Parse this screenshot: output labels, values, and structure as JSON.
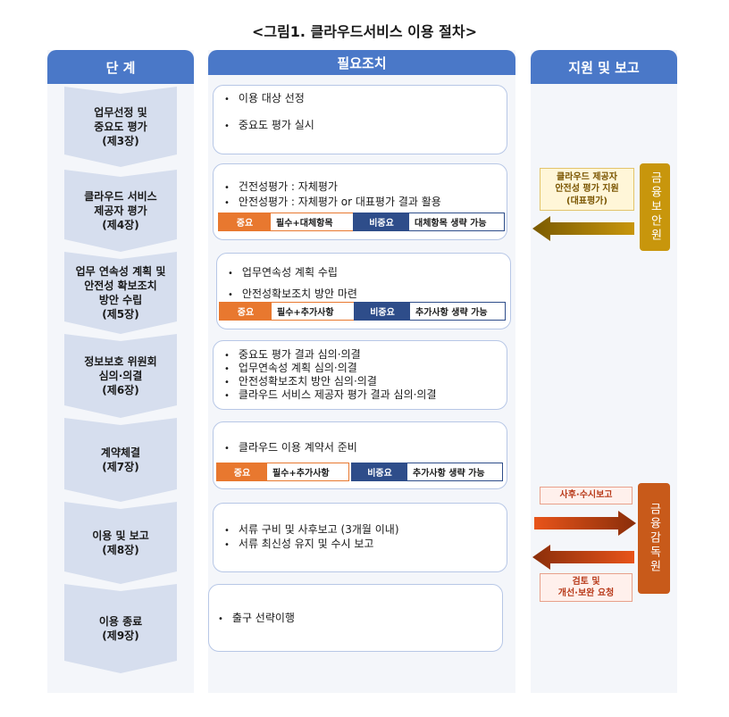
{
  "title": "<그림1. 클라우드서비스 이용 절차>",
  "headers": {
    "stage": "단 계",
    "action": "필요조치",
    "support": "지원 및 보고"
  },
  "stages": [
    {
      "label": "업무선정 및\n중요도 평가\n(제3장)"
    },
    {
      "label": "클라우드 서비스\n제공자 평가\n(제4장)"
    },
    {
      "label": "업무 연속성 계획 및\n안전성 확보조치\n방안 수립\n(제5장)"
    },
    {
      "label": "정보보호 위원회\n심의·의결\n(제6장)"
    },
    {
      "label": "계약체결\n(제7장)"
    },
    {
      "label": "이용 및 보고\n(제8장)"
    },
    {
      "label": "이용 종료\n(제9장)"
    }
  ],
  "actions": [
    {
      "bullets": [
        "이용 대상 선정",
        "중요도 평가 실시"
      ]
    },
    {
      "bullets": [
        "건전성평가 : 자체평가",
        "안전성평가 : 자체평가 or 대표평가  결과 활용"
      ],
      "important": {
        "key": "중요",
        "value": "필수+대체항목"
      },
      "non_important": {
        "key": "비중요",
        "value": "대체항목 생략 가능"
      }
    },
    {
      "bullets": [
        "업무연속성 계획 수립",
        "안전성확보조치 방안 마련"
      ],
      "important": {
        "key": "중요",
        "value": "필수+추가사항"
      },
      "non_important": {
        "key": "비중요",
        "value": "추가사항 생략 가능"
      }
    },
    {
      "bullets": [
        "중요도 평가 결과 심의·의결",
        "업무연속성 계획 심의·의결",
        "안전성확보조치 방안 심의·의결",
        "클라우드 서비스 제공자 평가 결과 심의·의결"
      ]
    },
    {
      "bullets": [
        "클라우드 이용 계약서 준비"
      ],
      "important": {
        "key": "중요",
        "value": "필수+추가사항"
      },
      "non_important": {
        "key": "비중요",
        "value": "추가사항 생략 가능"
      }
    },
    {
      "bullets": [
        "서류 구비 및 사후보고 (3개월 이내)",
        "서류 최신성 유지 및 수시 보고"
      ]
    },
    {
      "bullets": [
        "출구 선략이행"
      ]
    }
  ],
  "support": {
    "fsi": {
      "label": "금융보안원",
      "note": "클라우드 제공자\n안전성 평가 지원\n(대표평가)"
    },
    "fss": {
      "label": "금융감독원",
      "note_in": "사후·수시보고",
      "note_out": "검토 및\n개선·보완 요청"
    }
  },
  "colors": {
    "header": "#4a78c8",
    "stage": "#d6deee",
    "important": "#e8782f",
    "non_important": "#2e4d8a",
    "fsi": "#c8960c",
    "fss": "#c85a1a"
  }
}
